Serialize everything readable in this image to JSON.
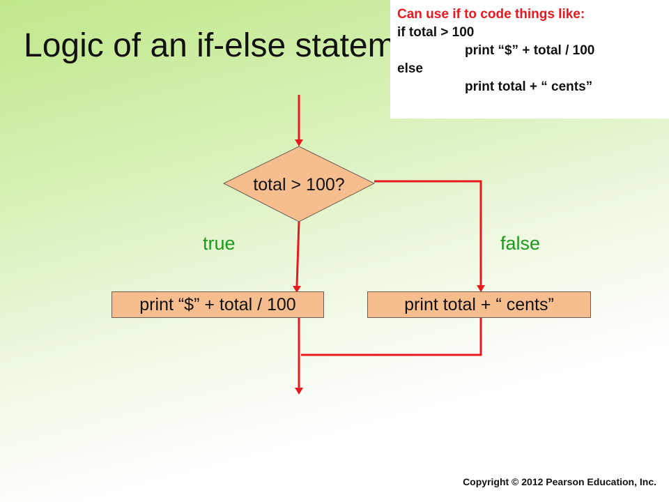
{
  "slide": {
    "title": "Logic of an if-else statement",
    "copyright": "Copyright © 2012 Pearson Education, Inc."
  },
  "callout": {
    "heading": "Can use if to code things like:",
    "lines": [
      {
        "text": "if total > 100",
        "indent": false
      },
      {
        "text": "print “$” + total / 100",
        "indent": true
      },
      {
        "text": "else",
        "indent": false
      },
      {
        "text": "print total + “ cents”",
        "indent": true
      }
    ]
  },
  "flowchart": {
    "decision": "total > 100?",
    "true_label": "true",
    "false_label": "false",
    "true_action": "print “$” + total / 100",
    "false_action": "print total + “ cents”"
  },
  "colors": {
    "arrow": "#e8181f",
    "shape_fill": "#f6bd8e",
    "branch_label": "#1c9a1c",
    "callout_heading": "#e8181f"
  }
}
